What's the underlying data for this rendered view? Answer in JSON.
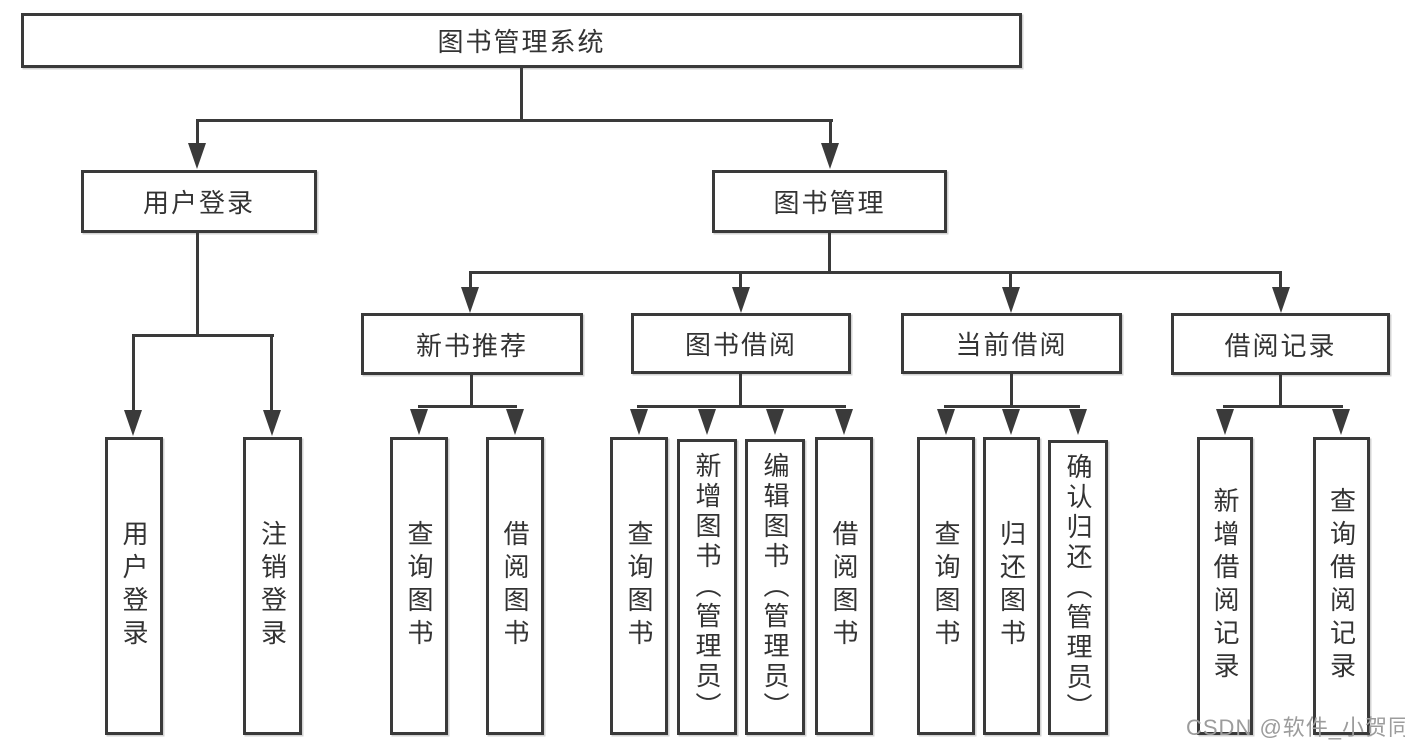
{
  "tree": {
    "label": "图书管理系统",
    "children": [
      {
        "label": "用户登录",
        "children": [
          {
            "label": "用户登录"
          },
          {
            "label": "注销登录"
          }
        ]
      },
      {
        "label": "图书管理",
        "children": [
          {
            "label": "新书推荐",
            "children": [
              {
                "label": "查询图书"
              },
              {
                "label": "借阅图书"
              }
            ]
          },
          {
            "label": "图书借阅",
            "children": [
              {
                "label": "查询图书"
              },
              {
                "label": "新增图书（管理员）"
              },
              {
                "label": "编辑图书（管理员）"
              },
              {
                "label": "借阅图书"
              }
            ]
          },
          {
            "label": "当前借阅",
            "children": [
              {
                "label": "查询图书"
              },
              {
                "label": "归还图书"
              },
              {
                "label": "确认归还（管理员）"
              }
            ]
          },
          {
            "label": "借阅记录",
            "children": [
              {
                "label": "新增借阅记录"
              },
              {
                "label": "查询借阅记录"
              }
            ]
          }
        ]
      }
    ]
  },
  "watermark": {
    "text": "CSDN @软件_小贺同学"
  },
  "colors": {
    "line": "#3a3a3a",
    "text": "#333333",
    "watermark": "#9c9c9c",
    "background": "#ffffff"
  }
}
